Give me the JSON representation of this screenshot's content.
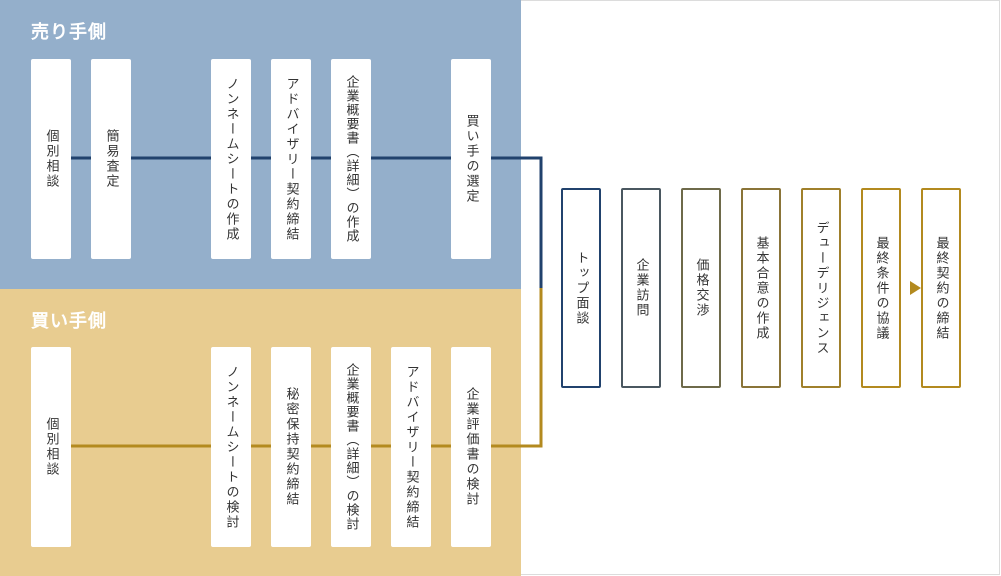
{
  "seller": {
    "title": "売り手側",
    "cards": [
      "個別相談",
      "簡易査定",
      "ノンネームシートの作成",
      "アドバイザリー契約締結",
      "企業概要書（詳細）の作成",
      "買い手の選定"
    ]
  },
  "buyer": {
    "title": "買い手側",
    "cards": [
      "個別相談",
      "ノンネームシートの検討",
      "秘密保持契約締結",
      "企業概要書（詳細）の検討",
      "アドバイザリー契約締結",
      "企業評価書の検討"
    ]
  },
  "joint": {
    "steps": [
      "トップ面談",
      "企業訪問",
      "価格交渉",
      "基本合意の作成",
      "デューデリジェンス",
      "最終条件の協議",
      "最終契約の締結"
    ]
  },
  "colors": {
    "seller_bg": "#94afcb",
    "buyer_bg": "#e8cc90",
    "seller_line": "#21426d",
    "buyer_line": "#b38a1f"
  }
}
